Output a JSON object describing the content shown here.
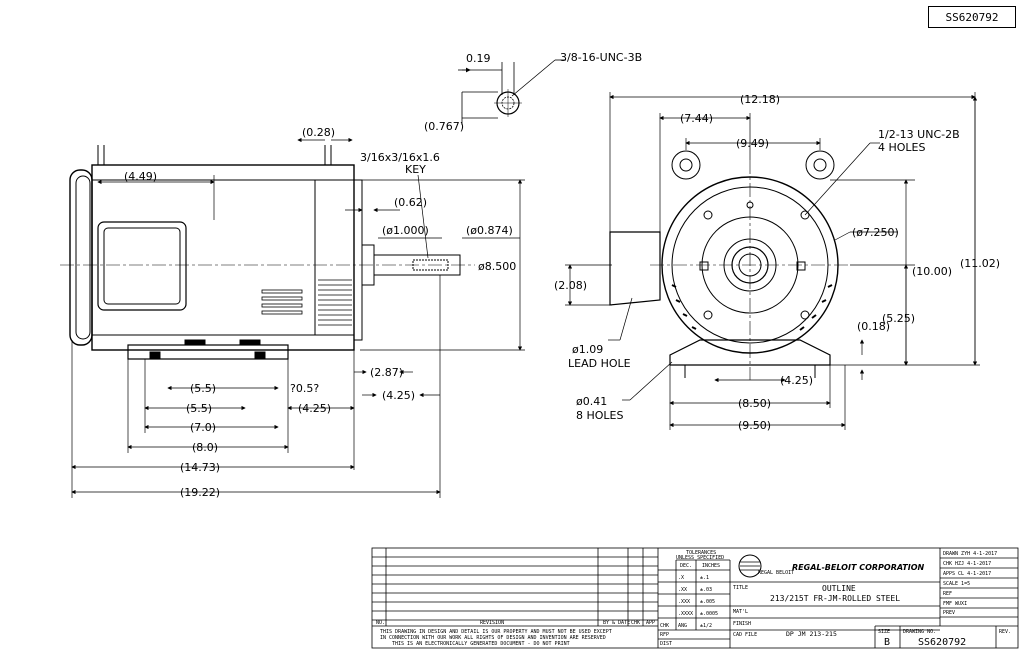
{
  "drawing_number": "SS620792",
  "side_view": {
    "dims": {
      "d_028": "(0.28)",
      "d_449": "(4.49)",
      "d_062": "(0.62)",
      "d_1000": "(ø1.000)",
      "d_0874": "(ø0.874)",
      "d_8500": "ø8.500",
      "d_287": "(2.87)",
      "d_425a": "(4.25)",
      "d_55a": "(5.5)",
      "d_05q": "?0.5?",
      "d_55b": "(5.5)",
      "d_425b": "(4.25)",
      "d_70": "(7.0)",
      "d_80": "(8.0)",
      "d_1473": "(14.73)",
      "d_1922": "(19.22)"
    },
    "key_label": "3/16x3/16x1.6",
    "key_word": "KEY"
  },
  "tap_detail": {
    "d_019": "0.19",
    "d_0767": "(0.767)",
    "thread": "3/8-16-UNC-3B"
  },
  "end_view": {
    "dims": {
      "d_1218": "(12.18)",
      "d_744": "(7.44)",
      "d_949": "(9.49)",
      "d_7250": "(ø7.250)",
      "d_208": "(2.08)",
      "d_1000": "(10.00)",
      "d_1102": "(11.02)",
      "d_525": "(5.25)",
      "d_018": "(0.18)",
      "d_425": "(4.25)",
      "d_850": "(8.50)",
      "d_950": "(9.50)"
    },
    "hole_note_1": "1/2-13 UNC-2B",
    "hole_note_2": "4 HOLES",
    "lead_1": "ø1.09",
    "lead_2": "LEAD HOLE",
    "foot_1": "ø0.41",
    "foot_2": "8 HOLES"
  },
  "title_block": {
    "revision_label": "REVISION",
    "no_label": "NO.",
    "by_date_label": "BY & DATE",
    "chk_label": "CHK",
    "app_label": "APP",
    "disclaimer_1": "THIS DRAWING IN DESIGN AND DETAIL IS OUR PROPERTY AND MUST NOT BE USED EXCEPT",
    "disclaimer_2": "IN CONNECTION WITH OUR WORK ALL RIGHTS OF DESIGN AND INVENTION ARE RESERVED",
    "disclaimer_3": "THIS IS AN ELECTRONICALLY GENERATED DOCUMENT - DO NOT PRINT",
    "tol_1": "TOLERANCES",
    "tol_2": "UNLESS SPECIFIED",
    "dec": "DEC.",
    "inches": "INCHES",
    "tol_rows": [
      {
        "k": ".X",
        "v": "±.1"
      },
      {
        "k": ".XX",
        "v": "±.03"
      },
      {
        "k": ".XXX",
        "v": "±.005"
      },
      {
        "k": ".XXXX",
        "v": "±.0005"
      }
    ],
    "chk": "CHK",
    "ang": "ANG",
    "ang_v": "±1/2",
    "rfp": "RFP",
    "dist": "DIST",
    "company": "REGAL-BELOIT CORPORATION",
    "logo_text": "REGAL BELOIT",
    "title_label": "TITLE",
    "title_1": "OUTLINE",
    "title_2": "213/215T FR-JM-ROLLED STEEL",
    "matl": "MAT'L",
    "finish": "FINISH",
    "cad_file": "CAD FILE",
    "cad_value": "DP JM 213-215",
    "size_label": "SIZE",
    "size_value": "B",
    "dwg_no_label": "DRAWING NO.",
    "dwg_no_value": "SS620792",
    "rev_label": "REV.",
    "drawn": "DRAWN ZYH 4-1-2017",
    "chk_row": "CHK HZJ 4-1-2017",
    "apps": "APPS CL 4-1-2017",
    "scale": "SCALE 1=5",
    "ref": "REF",
    "fmf": "FMF WUXI",
    "prev": "PREV"
  }
}
